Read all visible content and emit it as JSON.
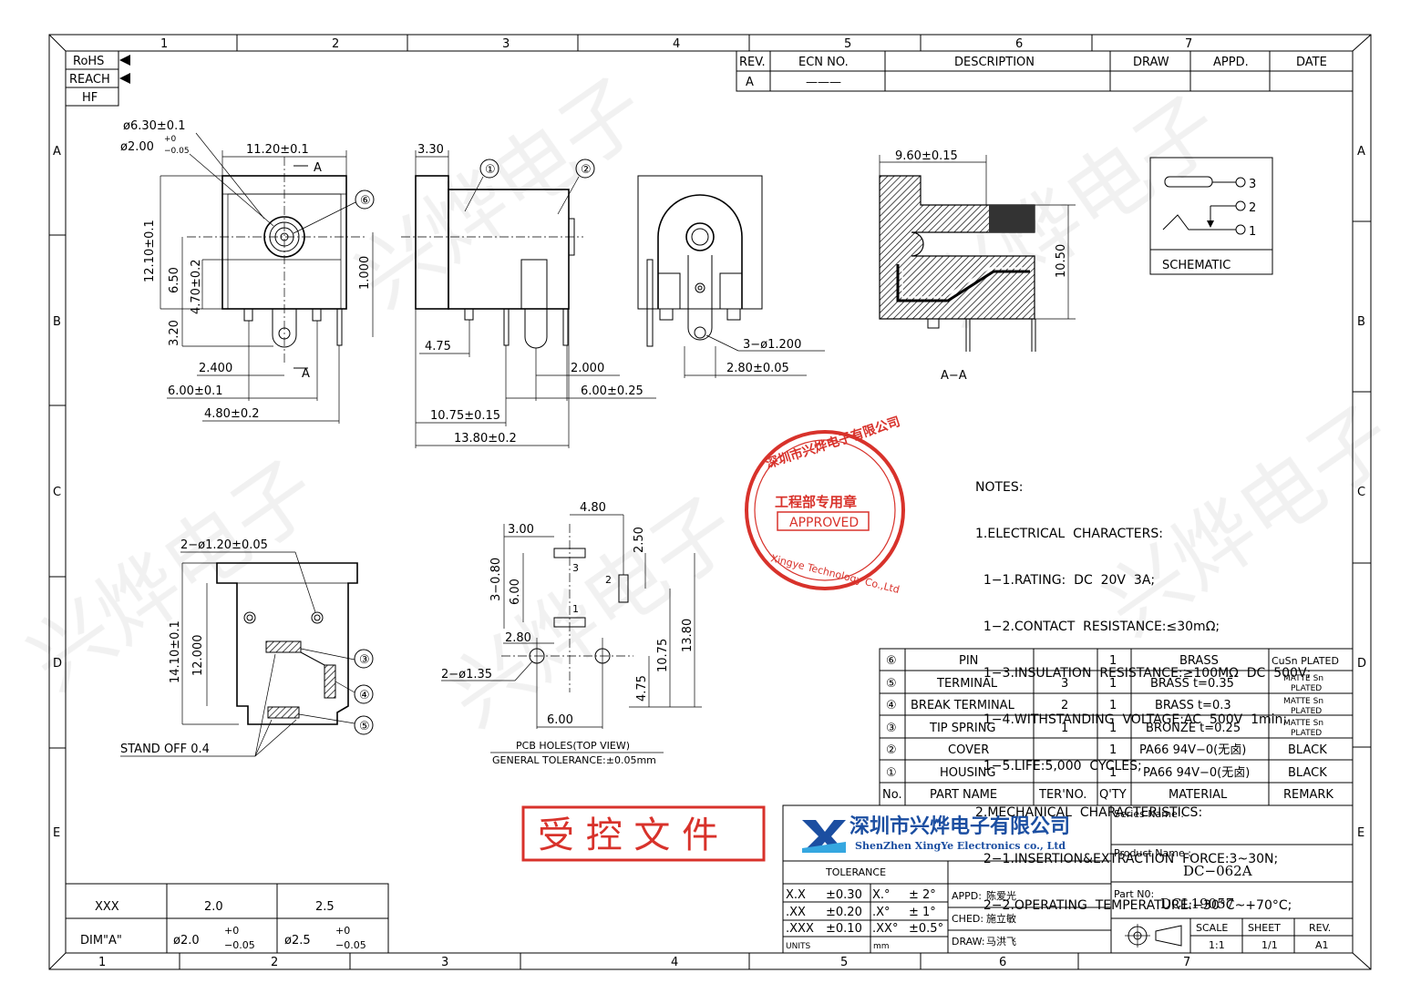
{
  "frame": {
    "zones_top": [
      "1",
      "2",
      "3",
      "4",
      "5",
      "6",
      "7"
    ],
    "zones_bottom": [
      "1",
      "2",
      "3",
      "4",
      "5",
      "6",
      "7"
    ],
    "zones_side": [
      "A",
      "B",
      "C",
      "D",
      "E"
    ]
  },
  "compliance": [
    "RoHS",
    "REACH",
    "HF"
  ],
  "revision": {
    "headers": [
      "REV.",
      "ECN NO.",
      "DESCRIPTION",
      "DRAW",
      "APPD.",
      "DATE"
    ],
    "row": [
      "A",
      "———",
      "",
      "",
      "",
      ""
    ]
  },
  "dims": {
    "d630": "ø6.30±0.1",
    "d200": "ø2.00",
    "d200_tol_top": "+0",
    "d200_tol_bot": "−0.05",
    "w1120": "11.20±0.1",
    "sectA": "A",
    "h1210": "12.10±0.1",
    "h650": "6.50",
    "h470": "4.70±0.2",
    "h320": "3.20",
    "v1000": "1.000",
    "w2400": "2.400",
    "w600": "6.00±0.1",
    "w480": "4.80±0.2",
    "w330": "3.30",
    "w475": "4.75",
    "w2000": "2.000",
    "w600b": "6.00±0.25",
    "w1075": "10.75±0.15",
    "w1380": "13.80±0.2",
    "d3_1200": "3−ø1.200",
    "w280": "2.80±0.05",
    "w960": "9.60±0.15",
    "h1050": "10.50",
    "section_label": "A−A",
    "bot_holes": "2−ø1.20±0.05",
    "h1410": "14.10±0.1",
    "h12000": "12.000",
    "standoff": "STAND  OFF  0.4",
    "pcb_480": "4.80",
    "pcb_300": "3.00",
    "pcb_3080": "3−0.80",
    "pcb_600v": "6.00",
    "pcb_250": "2.50",
    "pcb_280": "2.80",
    "pcb_2135": "2−ø1.35",
    "pcb_1075": "10.75",
    "pcb_1380": "13.80",
    "pcb_475": "4.75",
    "pcb_600": "6.00",
    "pcb_title": "PCB  HOLES(TOP  VIEW)",
    "pcb_tol": "GENERAL  TOLERANCE:±0.05mm"
  },
  "schematic": {
    "label": "SCHEMATIC",
    "pins": [
      "3",
      "2",
      "1"
    ]
  },
  "callouts": [
    "①",
    "②",
    "③",
    "④",
    "⑤",
    "⑥"
  ],
  "stamp": {
    "company": "深圳市兴烨电子有限公司",
    "dept": "工程部专用章",
    "approved": "APPROVED",
    "english": "Xingye Technology Co.,Ltd"
  },
  "controlled": "受 控 文 件",
  "notes": [
    "NOTES:",
    "1.ELECTRICAL  CHARACTERS:",
    "  1−1.RATING:  DC  20V  3A;",
    "  1−2.CONTACT  RESISTANCE:≤30mΩ;",
    "  1−3.INSULATION  RESISTANCE:≥100MΩ  DC  500V;",
    "  1−4.WITHSTANDING  VOLTAGE:AC  500V  1min;",
    "  1−5.LIFE:5,000  CYCLES;",
    "2.MECHANICAL  CHARACTERISTICS:",
    "  2−1.INSERTION&EXTRACTION  FORCE:3~30N;",
    "  2−2.OPERATING  TEMPERATURE:−30°C~+70°C;"
  ],
  "bom": {
    "headers": [
      "No.",
      "PART NAME",
      "TER'NO.",
      "Q'TY",
      "MATERIAL",
      "REMARK"
    ],
    "rows": [
      {
        "no": "⑥",
        "name": "PIN",
        "ter": "",
        "qty": "1",
        "mat": "BRASS",
        "rem": "CuSn  PLATED"
      },
      {
        "no": "⑤",
        "name": "TERMINAL",
        "ter": "3",
        "qty": "1",
        "mat": "BRASS  t=0.35",
        "rem": "MATTE  Sn PLATED"
      },
      {
        "no": "④",
        "name": "BREAK  TERMINAL",
        "ter": "2",
        "qty": "1",
        "mat": "BRASS  t=0.3",
        "rem": "MATTE  Sn PLATED"
      },
      {
        "no": "③",
        "name": "TIP  SPRING",
        "ter": "1",
        "qty": "1",
        "mat": "BRONZE  t=0.25",
        "rem": "MATTE  Sn PLATED"
      },
      {
        "no": "②",
        "name": "COVER",
        "ter": "",
        "qty": "1",
        "mat": "PA66  94V−0(无卤)",
        "rem": "BLACK"
      },
      {
        "no": "①",
        "name": "HOUSING",
        "ter": "",
        "qty": "1",
        "mat": "PA66  94V−0(无卤)",
        "rem": "BLACK"
      }
    ]
  },
  "title_block": {
    "company_cn": "深圳市兴烨电子有限公司",
    "company_en": "ShenZhen XingYe Electronics co., Ltd",
    "tolerance": "TOLERANCE",
    "tol_rows": [
      {
        "a": "X.X",
        "b": "±0.30",
        "c": "X.°",
        "d": "±  2°"
      },
      {
        "a": ".XX",
        "b": "±0.20",
        "c": ".X°",
        "d": "±  1°"
      },
      {
        "a": ".XXX",
        "b": "±0.10",
        "c": ".XX°",
        "d": "±0.5°"
      }
    ],
    "units": "UNITS",
    "mm": "mm",
    "appd_label": "APPD:",
    "appd": "陈爱光",
    "ched_label": "CHED:",
    "ched": "施立敏",
    "draw_label": "DRAW:",
    "draw": "马洪飞",
    "series_label": "Series Name :",
    "product_label": "Product Name :",
    "product": "DC−062A",
    "part_label": "Part N0:",
    "part": "DCL19057",
    "scale_label": "SCALE",
    "scale": "1:1",
    "sheet_label": "SHEET",
    "sheet": "1/1",
    "rev_label": "REV.",
    "rev": "A1"
  },
  "dim_table": {
    "r1": [
      "XXX",
      "2.0",
      "2.5"
    ],
    "r2_label": "DIM\"A\"",
    "r2_a": "ø2.0",
    "r2_b": "ø2.5",
    "tol_top": "+0",
    "tol_bot": "−0.05"
  },
  "watermark": "兴烨电子",
  "colors": {
    "stamp_red": "#d8322b",
    "logo_blue": "#1b4ea1"
  }
}
